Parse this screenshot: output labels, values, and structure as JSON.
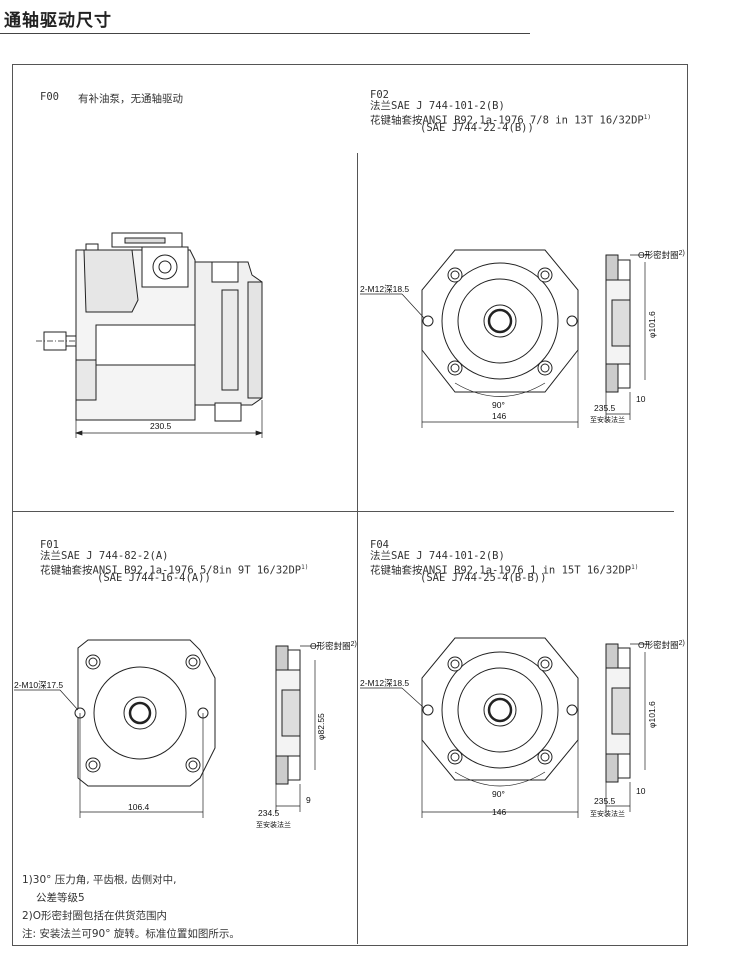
{
  "page": {
    "title": "通轴驱动尺寸"
  },
  "f00": {
    "code": "F00",
    "desc": "有补油泵，无通轴驱动",
    "dim_length": "230.5"
  },
  "f02": {
    "code": "F02",
    "line1": "法兰SAE J 744-101-2(B)",
    "line2": "花键轴套按ANSI B92.1a-1976 7/8 in 13T 16/32DP",
    "line2_sup": "1)",
    "line3": "(SAE J744-22-4(B))",
    "thread": "2-M12深18.5",
    "angle": "90°",
    "width": "146",
    "diameter": "φ101.6",
    "depth": "235.5",
    "step": "10",
    "oring": "O形密封圈",
    "oring_sup": "2)",
    "to_flange": "至安装法兰"
  },
  "f01": {
    "code": "F01",
    "line1": "法兰SAE J 744-82-2(A)",
    "line2": "花键轴套按ANSI B92.1a-1976 5/8in 9T 16/32DP",
    "line2_sup": "1)",
    "line3": "(SAE J744-16-4(A))",
    "thread": "2-M10深17.5",
    "width": "106.4",
    "diameter": "φ82.55",
    "depth": "234.5",
    "step": "9",
    "oring": "O形密封圈",
    "oring_sup": "2)",
    "to_flange": "至安装法兰"
  },
  "f04": {
    "code": "F04",
    "line1": "法兰SAE J 744-101-2(B)",
    "line2": "花键轴套按ANSI B92.1a-1976 1 in 15T 16/32DP",
    "line2_sup": "1)",
    "line3": "(SAE J744-25-4(B-B))",
    "thread": "2-M12深18.5",
    "angle": "90°",
    "width": "146",
    "diameter": "φ101.6",
    "depth": "235.5",
    "step": "10",
    "oring": "O形密封圈",
    "oring_sup": "2)",
    "to_flange": "至安装法兰"
  },
  "notes": {
    "n1": "1)30° 压力角, 平齿根, 齿侧对中,",
    "n1b": "公差等级5",
    "n2": "2)O形密封圈包括在供货范围内",
    "n3": "注: 安装法兰可90° 旋转。标准位置如图所示。"
  }
}
